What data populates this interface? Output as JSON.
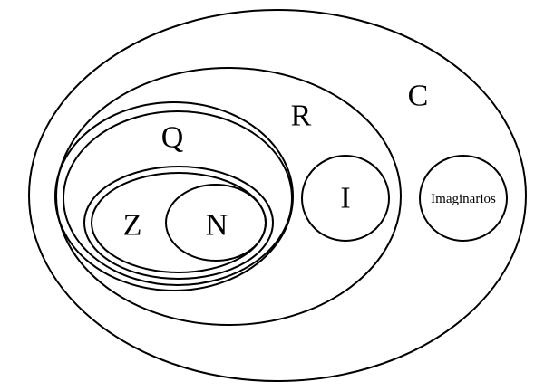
{
  "diagram": {
    "sets": {
      "complex": "C",
      "real": "R",
      "rational": "Q",
      "integer": "Z",
      "natural": "N",
      "irrational": "I",
      "imaginary": "Imaginarios"
    }
  }
}
